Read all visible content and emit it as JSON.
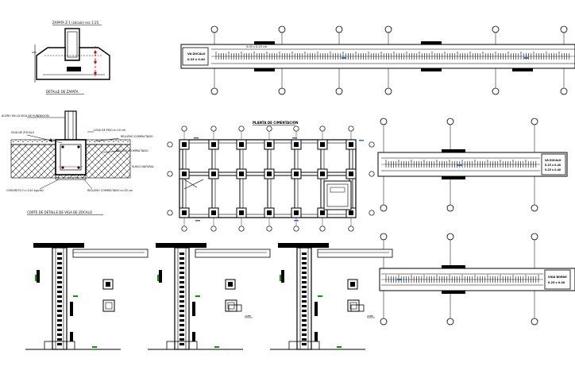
{
  "sheet": {
    "background": "#ffffff",
    "line_color": "#000000",
    "accent_red": "#d40000",
    "accent_green": "#00a000",
    "accent_blue": "#2a6fd6"
  },
  "footing_section": {
    "title": "ZAPATA Z-1 (zócalo) esc 1:25",
    "caption": "DETALLE DE ZAPATA"
  },
  "wall_section": {
    "labels": [
      "ACERO EN LA VIGA DE FUNDACIÓN",
      "VIGA DE ZÓCALO",
      "LOSA DE PISO e=10 cm",
      "RELLENO COMPACTADO",
      "RELLENO COMPACTADO",
      "SUELO NATURAL",
      "CONCRETO f'c=210 kg/cm2",
      "RELLENO COMPACTADO e=20 cm"
    ],
    "caption": "CORTE DE DETALLE DE VIGA DE ZÓCALO"
  },
  "foundation_plan": {
    "title": "PLANTA DE CIMENTACIÓN"
  },
  "beams": [
    {
      "id": "beam-top",
      "length_label": "5.00 x 0.25 cm",
      "tag": [
        "VA-ZOCALO",
        "0.25 x 0.40"
      ]
    },
    {
      "id": "beam-mid",
      "tag": [
        "VA-ZOCALO",
        "0.25 x 0.40",
        "0.25 x 0.40"
      ]
    },
    {
      "id": "beam-bottom",
      "tag": [
        "VIGA BORDE",
        "0.25 x 0.40"
      ]
    }
  ],
  "column_details": [
    {
      "id": "col-detail-1",
      "note": ""
    },
    {
      "id": "col-detail-2",
      "note": "ASBE"
    },
    {
      "id": "col-detail-3",
      "note": "ASBE"
    }
  ]
}
